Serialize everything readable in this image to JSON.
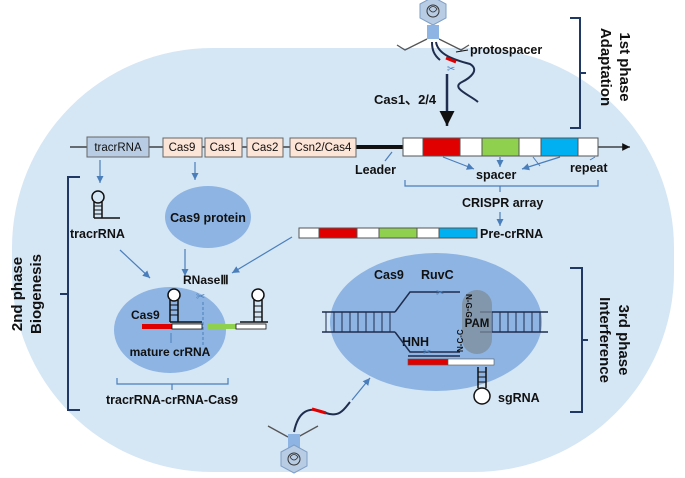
{
  "phases": {
    "adaptation": [
      "1st phase",
      "Adaptation"
    ],
    "biogenesis": [
      "2nd phase",
      "Biogenesis"
    ],
    "interference": [
      "3rd phase",
      "Interference"
    ]
  },
  "labels": {
    "protospacer": "protospacer",
    "cas_adapt": "Cas1、2/4",
    "leader": "Leader",
    "spacer": "spacer",
    "repeat": "repeat",
    "crispr_array": "CRISPR array",
    "pre_crrna": "Pre-crRNA",
    "tracrrna": "tracrRNA",
    "cas9_protein": "Cas9 protein",
    "rnase": "RNaseⅢ",
    "cas9_small": "Cas9",
    "mature_crrna": "mature crRNA",
    "complex": "tracrRNA-crRNA-Cas9",
    "cas9_big": "Cas9",
    "ruvc": "RuvC",
    "hnh": "HNH",
    "pam": "PAM",
    "sgrna": "sgRNA",
    "ngg": "N-G-G",
    "ncc": "N-C-C"
  },
  "genes": [
    "tracrRNA",
    "Cas9",
    "Cas1",
    "Cas2",
    "Csn2/Cas4"
  ],
  "colors": {
    "cell": "#cfe2f3",
    "oval": "#8db4e2",
    "gene_tracr": "#b8cce4",
    "gene_cas": "#fce4d6",
    "red": "#e00000",
    "green": "#8fd14f",
    "blue": "#00b0f0",
    "arrow": "#4a7ebb"
  }
}
